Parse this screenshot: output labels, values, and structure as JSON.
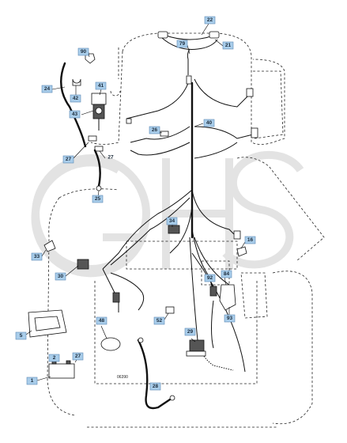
{
  "diagram": {
    "drawing_code": "06390",
    "callouts": [
      {
        "id": "c22",
        "label": "22"
      },
      {
        "id": "c79",
        "label": "79"
      },
      {
        "id": "c21",
        "label": "21"
      },
      {
        "id": "c90",
        "label": "90"
      },
      {
        "id": "c24",
        "label": "24"
      },
      {
        "id": "c41",
        "label": "41"
      },
      {
        "id": "c42",
        "label": "42"
      },
      {
        "id": "c43",
        "label": "43"
      },
      {
        "id": "c40",
        "label": "40"
      },
      {
        "id": "c26",
        "label": "26"
      },
      {
        "id": "c27a",
        "label": "27"
      },
      {
        "id": "c27b",
        "label": "27"
      },
      {
        "id": "c25",
        "label": "25"
      },
      {
        "id": "c34",
        "label": "34"
      },
      {
        "id": "c16",
        "label": "16"
      },
      {
        "id": "c33",
        "label": "33"
      },
      {
        "id": "c30",
        "label": "30"
      },
      {
        "id": "c92",
        "label": "92"
      },
      {
        "id": "c84",
        "label": "84"
      },
      {
        "id": "c93",
        "label": "93"
      },
      {
        "id": "c5",
        "label": "5"
      },
      {
        "id": "c48",
        "label": "48"
      },
      {
        "id": "c52",
        "label": "52"
      },
      {
        "id": "c29",
        "label": "29"
      },
      {
        "id": "c2",
        "label": "2"
      },
      {
        "id": "c1",
        "label": "1"
      },
      {
        "id": "c28",
        "label": "28"
      }
    ],
    "plain_labels": [
      {
        "id": "t27",
        "label": "27"
      }
    ],
    "colors": {
      "callout_fill": "#a9cdea",
      "callout_border": "#5b88b5",
      "line": "#111111",
      "watermark": "#dcdcdc"
    }
  }
}
